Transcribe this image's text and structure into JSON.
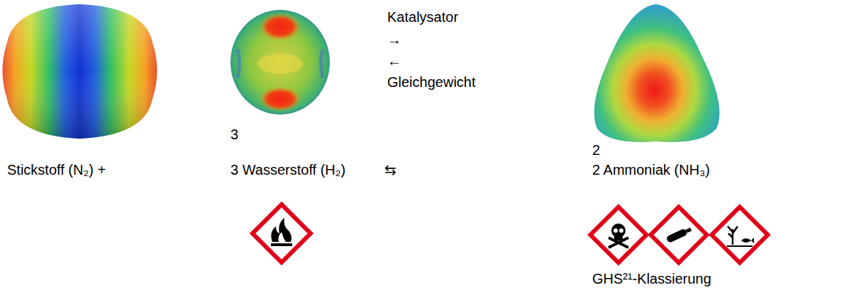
{
  "diagram": {
    "labels": [
      "Katalysator",
      "→",
      "←",
      "Gleichgewicht",
      "3",
      "2",
      "Stickstoff (N₂) +",
      "3 Wasserstoff (H₂)",
      "⇆",
      "2 Ammoniak (NH₃)",
      "GHS²¹-Klassierung"
    ]
  }
}
